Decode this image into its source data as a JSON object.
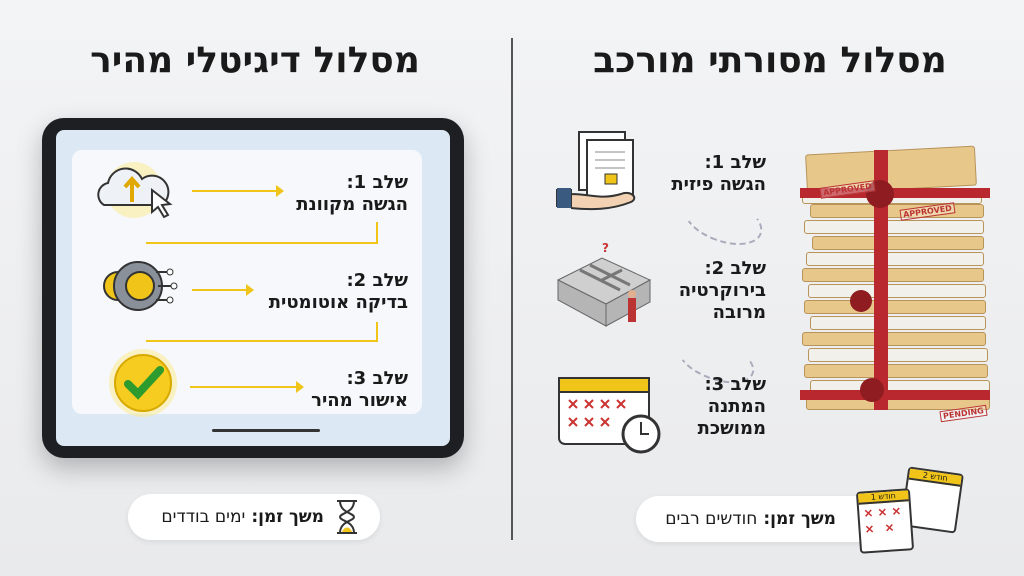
{
  "left": {
    "title": "מסלול דיגיטלי מהיר",
    "steps": [
      {
        "label": "שלב 1:",
        "text": "הגשה מקוונת",
        "icon": "cloud-upload-icon"
      },
      {
        "label": "שלב 2:",
        "text": "בדיקה אוטומטית",
        "icon": "gear-brain-icon"
      },
      {
        "label": "שלב 3:",
        "text": "אישור מהיר",
        "icon": "checkmark-icon"
      }
    ],
    "duration": {
      "label": "משך זמן:",
      "value": "ימים בודדים",
      "icon": "hourglass-icon"
    }
  },
  "right": {
    "title": "מסלול מסורתי מורכב",
    "steps": [
      {
        "label": "שלב 1:",
        "text": "הגשה פיזית",
        "icon": "document-hand-icon"
      },
      {
        "label": "שלב 2:",
        "text": "בירוקרטיה מרובה",
        "icon": "maze-icon"
      },
      {
        "label": "שלב 3:",
        "text": "המתנה ממושכת",
        "icon": "calendar-clock-icon"
      }
    ],
    "duration": {
      "label": "משך זמן:",
      "value": "חודשים רבים",
      "icon": "calendars-icon"
    },
    "stack_stamps": [
      "APPROVED",
      "APPROVED",
      "PENDING"
    ],
    "calendar_labels": [
      "חודש 1",
      "חודש 2"
    ]
  },
  "colors": {
    "accent": "#f0c419",
    "seal": "#b8282e"
  }
}
